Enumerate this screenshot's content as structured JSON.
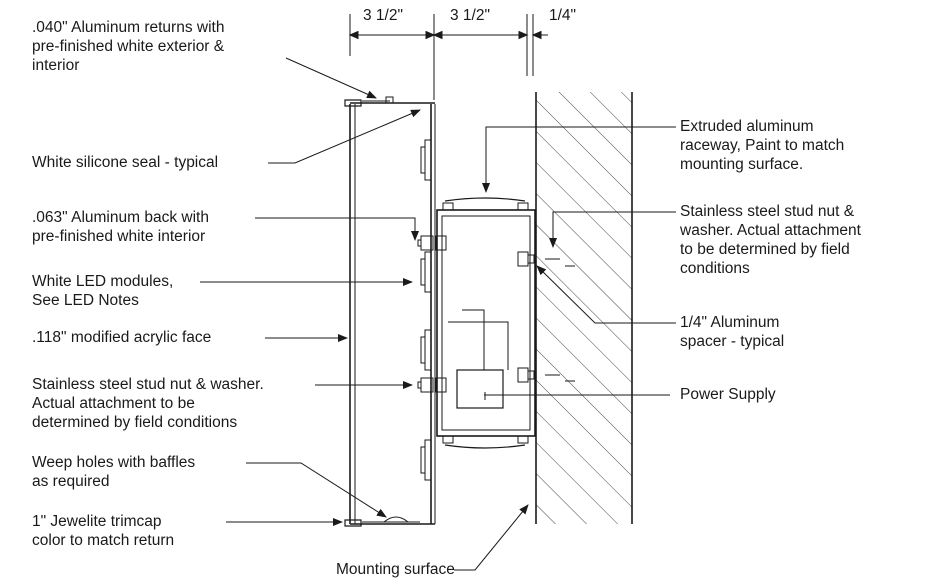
{
  "dimensions": [
    "3 1/2\"",
    "3 1/2\"",
    "1/4\""
  ],
  "left_labels": [
    {
      "id": "aluminum-returns",
      "lines": [
        ".040\" Aluminum returns with",
        "pre-finished white exterior &",
        "interior"
      ]
    },
    {
      "id": "silicone-seal",
      "lines": [
        "White silicone seal - typical"
      ]
    },
    {
      "id": "aluminum-back",
      "lines": [
        ".063\" Aluminum back with",
        "pre-finished white interior"
      ]
    },
    {
      "id": "led-modules",
      "lines": [
        "White LED modules,",
        "See LED Notes"
      ]
    },
    {
      "id": "acrylic-face",
      "lines": [
        ".118\" modified acrylic face"
      ]
    },
    {
      "id": "stud-nut-left",
      "lines": [
        "Stainless steel stud nut & washer.",
        "Actual attachment to be",
        "determined by field conditions"
      ]
    },
    {
      "id": "weep-holes",
      "lines": [
        "Weep holes with baffles",
        "as required"
      ]
    },
    {
      "id": "trimcap",
      "lines": [
        "1\" Jewelite trimcap",
        "color to match return"
      ]
    }
  ],
  "right_labels": [
    {
      "id": "raceway",
      "lines": [
        "Extruded aluminum",
        "raceway, Paint to match",
        "mounting surface."
      ]
    },
    {
      "id": "stud-nut-right",
      "lines": [
        "Stainless steel stud nut &",
        "washer. Actual attachment",
        "to be determined by field",
        "conditions"
      ]
    },
    {
      "id": "spacer",
      "lines": [
        "1/4\" Aluminum",
        "spacer - typical"
      ]
    },
    {
      "id": "power-supply",
      "lines": [
        "Power Supply"
      ]
    }
  ],
  "bottom_labels": [
    {
      "id": "mounting-surface",
      "lines": [
        "Mounting surface"
      ]
    }
  ],
  "colors": {
    "ink": "#1a1a1a",
    "background": "#ffffff"
  }
}
